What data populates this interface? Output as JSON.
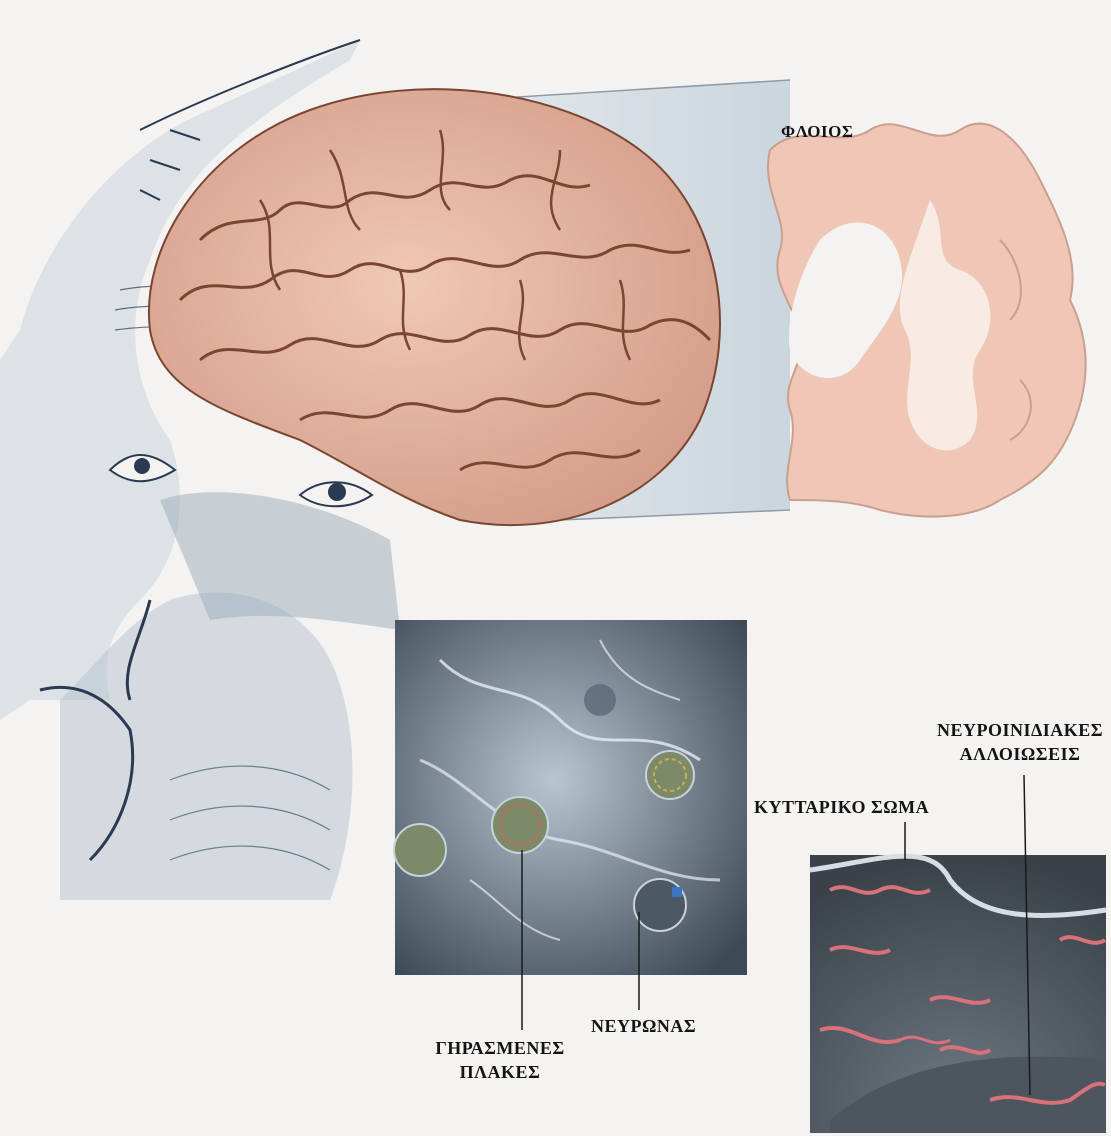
{
  "labels": {
    "cortex": "ΦΛΟΙΟΣ",
    "neurofibrillary_line1": "ΝΕΥΡΟΙΝΙΔΙΑΚΕΣ",
    "neurofibrillary_line2": "ΑΛΛΟΙΩΣΕΙΣ",
    "cell_body": "ΚΥΤΤΑΡΙΚΟ ΣΩΜΑ",
    "neuron": "ΝΕΥΡΩΝΑΣ",
    "plaques_line1": "ΓΗΡΑΣΜΕΝΕΣ",
    "plaques_line2": "ΠΛΑΚΕΣ"
  },
  "colors": {
    "background": "#f4f3f1",
    "skin_shade": "#c9d4dc",
    "line_art": "#2a3a52",
    "brain": "#e8b9a8",
    "brain_fold": "#7a4632",
    "cortex_section": "#f0c7b6",
    "white_matter": "#f8ebe4",
    "micro_panel": "#8c9aa6",
    "tangle": "#d9717a"
  },
  "icons": [
    "face-illustration",
    "brain-illustration",
    "cortex-section",
    "microscopic-neurons",
    "cell-body-closeup"
  ]
}
